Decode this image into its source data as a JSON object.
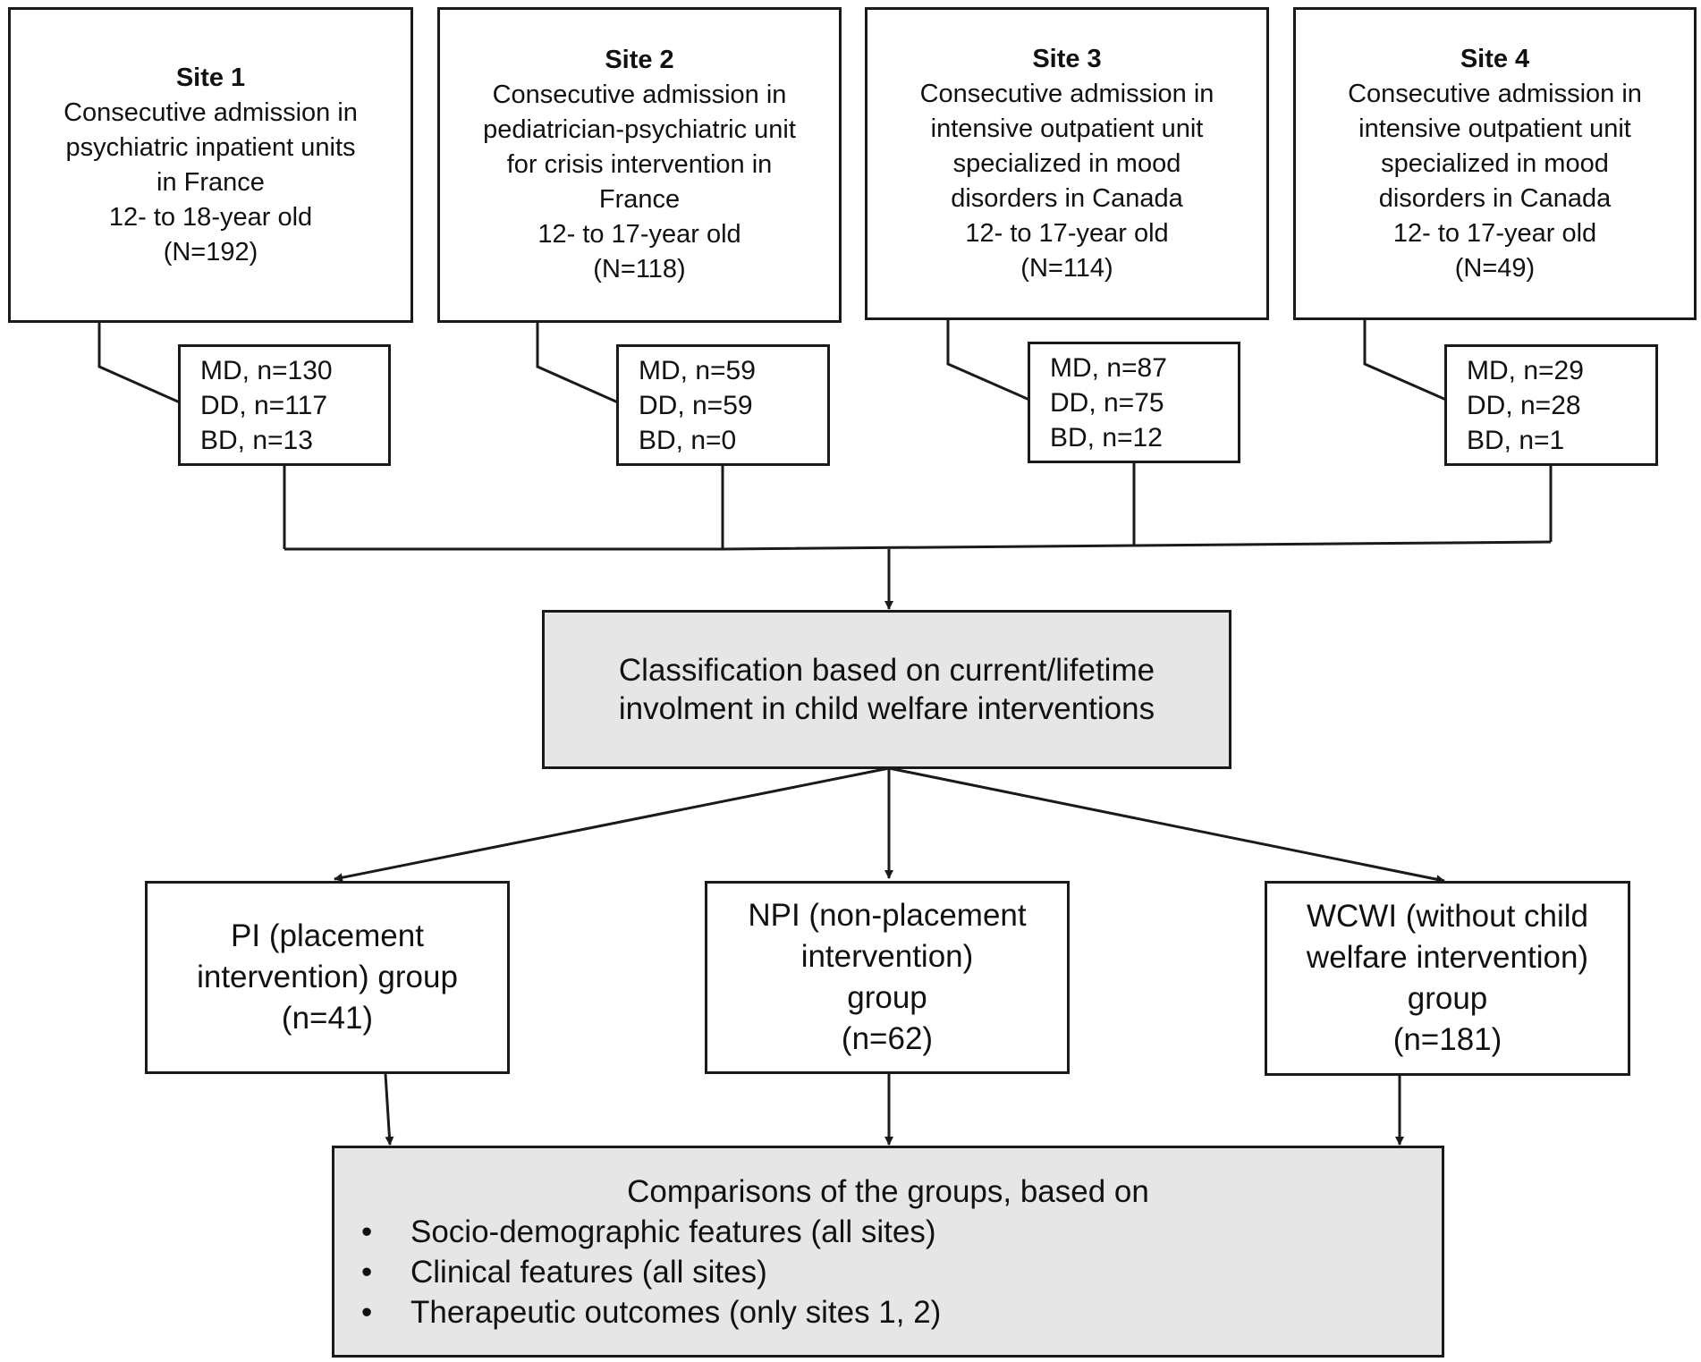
{
  "sites": [
    {
      "title": "Site 1",
      "lines": [
        "Consecutive admission in",
        "psychiatric inpatient units",
        "in France",
        "12- to 18-year old",
        "(N=192)"
      ],
      "counts": [
        "MD, n=130",
        "DD, n=117",
        "BD, n=13"
      ]
    },
    {
      "title": "Site 2",
      "lines": [
        "Consecutive admission in",
        "pediatrician-psychiatric unit",
        "for crisis intervention in",
        "France",
        "12- to 17-year old",
        "(N=118)"
      ],
      "counts": [
        "MD, n=59",
        "DD, n=59",
        "BD, n=0"
      ]
    },
    {
      "title": "Site 3",
      "lines": [
        "Consecutive admission in",
        "intensive outpatient unit",
        "specialized in mood",
        "disorders in Canada",
        "12- to 17-year old",
        "(N=114)"
      ],
      "counts": [
        "MD, n=87",
        "DD, n=75",
        "BD, n=12"
      ]
    },
    {
      "title": "Site 4",
      "lines": [
        "Consecutive admission in",
        "intensive outpatient unit",
        "specialized in mood",
        "disorders in Canada",
        "12- to 17-year old",
        "(N=49)"
      ],
      "counts": [
        "MD, n=29",
        "DD, n=28",
        "BD, n=1"
      ]
    }
  ],
  "classification": {
    "lines": [
      "Classification based on current/lifetime",
      "involment in child welfare interventions"
    ]
  },
  "groups": [
    {
      "lines": [
        "PI (placement",
        "intervention) group",
        "(n=41)"
      ]
    },
    {
      "lines": [
        "NPI (non-placement",
        "intervention)",
        "group",
        "(n=62)"
      ]
    },
    {
      "lines": [
        "WCWI (without child",
        "welfare intervention)",
        "group",
        "(n=181)"
      ]
    }
  ],
  "comparisons": {
    "heading": "Comparisons of the groups, based on",
    "bullet": "•",
    "items": [
      "Socio-demographic features (all sites)",
      "Clinical features (all sites)",
      "Therapeutic outcomes (only sites 1, 2)"
    ]
  }
}
